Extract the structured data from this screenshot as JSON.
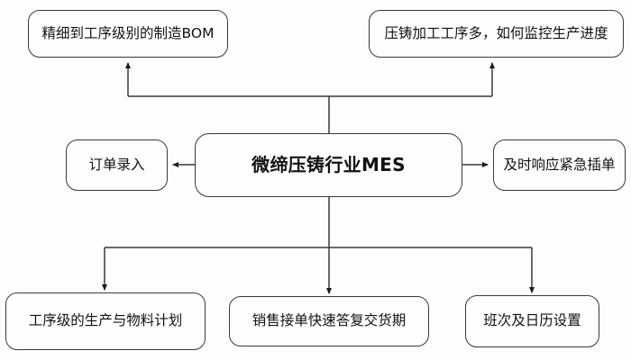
{
  "diagram": {
    "type": "mind-map",
    "title_node": "微缔压铸行业MES",
    "stroke_color": "#3a3a3a",
    "fill_color": "#fdfdfd",
    "text_color": "#121212",
    "nodes": [
      {
        "id": "bom",
        "label": "精细到工序级别的制造BOM",
        "role": "leaf",
        "position": "top-left"
      },
      {
        "id": "progress",
        "label": "压铸加工工序多，如何监控生产进度",
        "role": "leaf",
        "position": "top-right"
      },
      {
        "id": "order",
        "label": "订单录入",
        "role": "leaf",
        "position": "middle-left"
      },
      {
        "id": "center",
        "label": "微缔压铸行业MES",
        "role": "center",
        "position": "middle-center"
      },
      {
        "id": "urgent",
        "label": "及时响应紧急插单",
        "role": "leaf",
        "position": "middle-right"
      },
      {
        "id": "plan",
        "label": "工序级的生产与物料计划",
        "role": "leaf",
        "position": "bottom-left"
      },
      {
        "id": "sales",
        "label": "销售接单快速答复交货期",
        "role": "leaf",
        "position": "bottom-center"
      },
      {
        "id": "shift",
        "label": "班次及日历设置",
        "role": "leaf",
        "position": "bottom-right"
      }
    ],
    "edges": [
      {
        "from": "center",
        "to": "bom",
        "arrow": "to"
      },
      {
        "from": "center",
        "to": "progress",
        "arrow": "to"
      },
      {
        "from": "center",
        "to": "order",
        "arrow": "to"
      },
      {
        "from": "center",
        "to": "urgent",
        "arrow": "to"
      },
      {
        "from": "center",
        "to": "plan",
        "arrow": "to"
      },
      {
        "from": "center",
        "to": "sales",
        "arrow": "to"
      },
      {
        "from": "center",
        "to": "shift",
        "arrow": "to"
      }
    ]
  }
}
